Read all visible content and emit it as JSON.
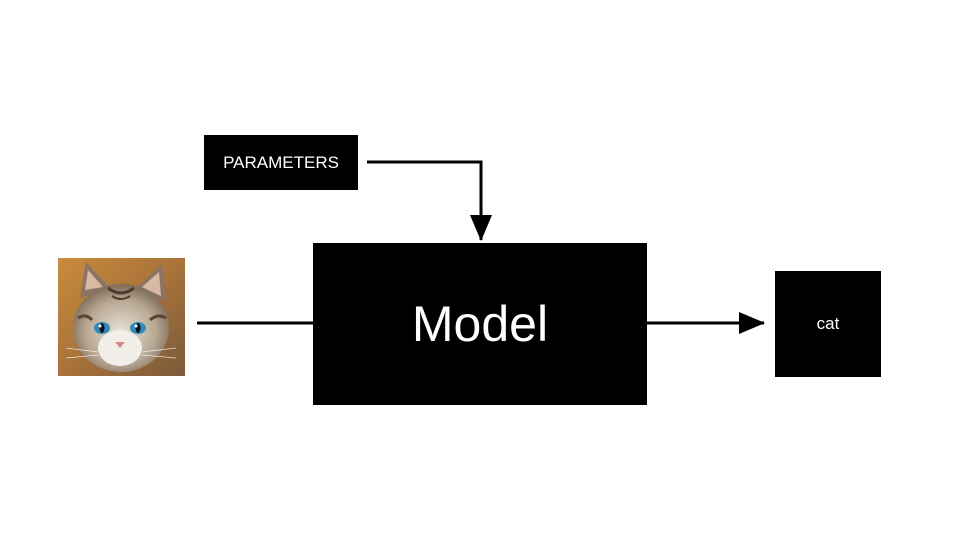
{
  "diagram": {
    "parameters_label": "PARAMETERS",
    "model_label": "Model",
    "output_label": "cat",
    "input_image_icon": "cat-photo-icon"
  },
  "colors": {
    "background": "#ffffff",
    "box_fill": "#000000",
    "box_text": "#ffffff",
    "line": "#000000"
  }
}
